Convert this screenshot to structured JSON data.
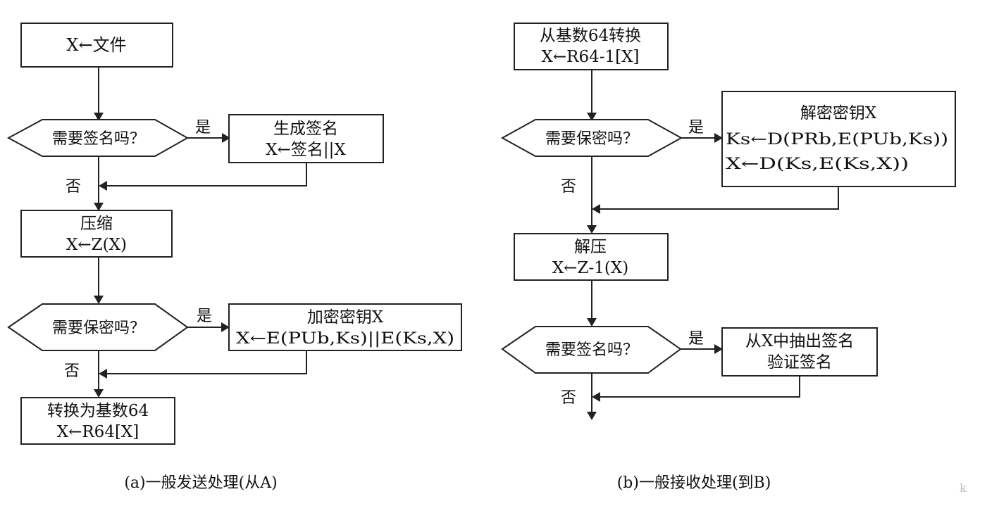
{
  "panel_a": {
    "n1": {
      "lines": [
        "X←文件"
      ]
    },
    "d1": {
      "text": "需要签名吗？",
      "yes": "是",
      "no": "否"
    },
    "b1": {
      "lines": [
        "生成签名",
        "X←签名||X"
      ]
    },
    "n2": {
      "lines": [
        "压缩",
        "X←Z(X)"
      ]
    },
    "d2": {
      "text": "需要保密吗？",
      "yes": "是",
      "no": "否"
    },
    "b2": {
      "lines": [
        "加密密钥X",
        "X←E(PUb,Ks)||E(Ks,X)"
      ]
    },
    "n3": {
      "lines": [
        "转换为基数64",
        "X←R64[X]"
      ]
    },
    "caption": "(a)一般发送处理(从A)"
  },
  "panel_b": {
    "n1": {
      "lines": [
        "从基数64转换",
        "X←R64-1[X]"
      ]
    },
    "d1": {
      "text": "需要保密吗？",
      "yes": "是",
      "no": "否"
    },
    "b1": {
      "lines": [
        "解密密钥X",
        "Ks←D(PRb,E(PUb,Ks))",
        "X←D(Ks,E(Ks,X))"
      ]
    },
    "n2": {
      "lines": [
        "解压",
        "X←Z-1(X)"
      ]
    },
    "d2": {
      "text": "需要签名吗？",
      "yes": "是",
      "no": "否"
    },
    "b2": {
      "lines": [
        "从X中抽出签名",
        "验证签名"
      ]
    },
    "caption": "(b)一般接收处理(到B)"
  },
  "corner_mark": "k"
}
